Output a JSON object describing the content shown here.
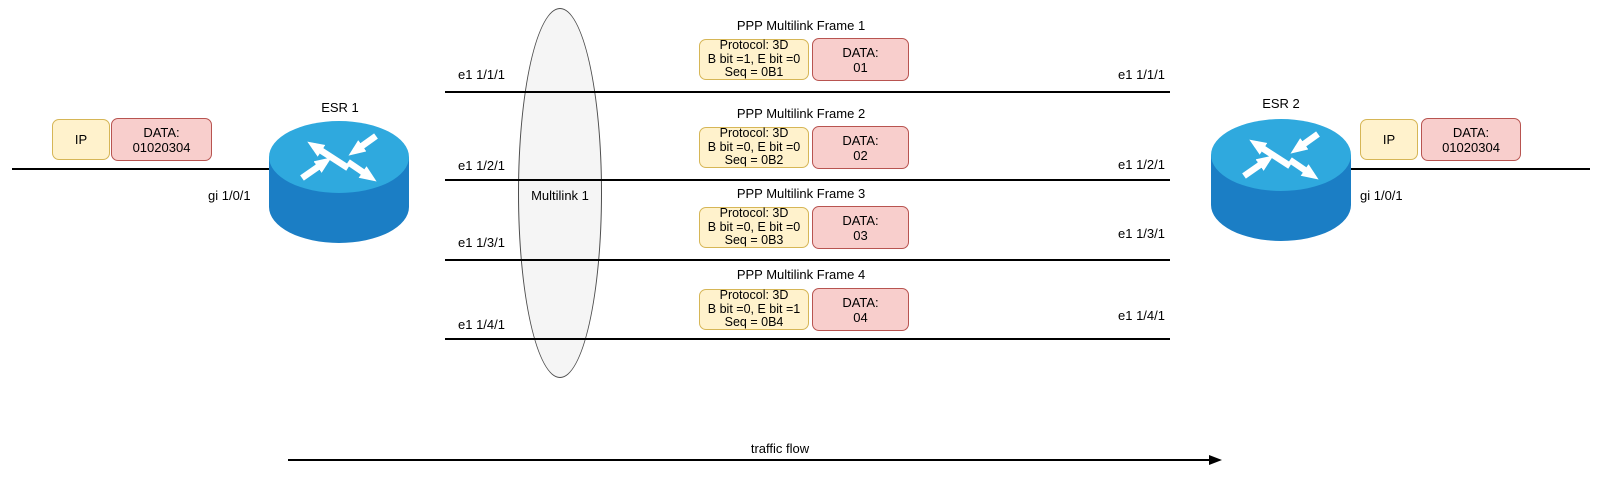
{
  "left_endpoint": {
    "ip_label": "IP",
    "data_label": "DATA:",
    "data_value": "01020304",
    "interface_label": "gi 1/0/1",
    "router_label": "ESR 1"
  },
  "right_endpoint": {
    "ip_label": "IP",
    "data_label": "DATA:",
    "data_value": "01020304",
    "interface_label": "gi 1/0/1",
    "router_label": "ESR 2"
  },
  "multilink": {
    "label": "Multilink 1"
  },
  "links": [
    {
      "left_label": "e1 1/1/1",
      "right_label": "e1 1/1/1"
    },
    {
      "left_label": "e1 1/2/1",
      "right_label": "e1 1/2/1"
    },
    {
      "left_label": "e1 1/3/1",
      "right_label": "e1 1/3/1"
    },
    {
      "left_label": "e1 1/4/1",
      "right_label": "e1 1/4/1"
    }
  ],
  "frames": [
    {
      "title": "PPP Multilink Frame 1",
      "protocol": "Protocol: 3D",
      "bits": "B bit =1, E bit =0",
      "seq": "Seq = 0B1",
      "data_label": "DATA:",
      "data_value": "01"
    },
    {
      "title": "PPP Multilink Frame 2",
      "protocol": "Protocol: 3D",
      "bits": "B bit =0, E bit =0",
      "seq": "Seq = 0B2",
      "data_label": "DATA:",
      "data_value": "02"
    },
    {
      "title": "PPP Multilink Frame 3",
      "protocol": "Protocol: 3D",
      "bits": "B bit =0, E bit =0",
      "seq": "Seq = 0B3",
      "data_label": "DATA:",
      "data_value": "03"
    },
    {
      "title": "PPP Multilink Frame 4",
      "protocol": "Protocol: 3D",
      "bits": "B bit =0, E bit =1",
      "seq": "Seq = 0B4",
      "data_label": "DATA:",
      "data_value": "04"
    }
  ],
  "traffic_flow": {
    "label": "traffic flow"
  },
  "colors": {
    "packet_header_fill": "#FFF2CC",
    "packet_header_border": "#D6B656",
    "packet_data_fill": "#F8CECC",
    "packet_data_border": "#B85450",
    "router_top": "#2FA9DE",
    "router_body": "#1B7EC5",
    "multilink_fill": "#F5F5F5",
    "multilink_border": "#4D4D4D",
    "line": "#000000"
  }
}
